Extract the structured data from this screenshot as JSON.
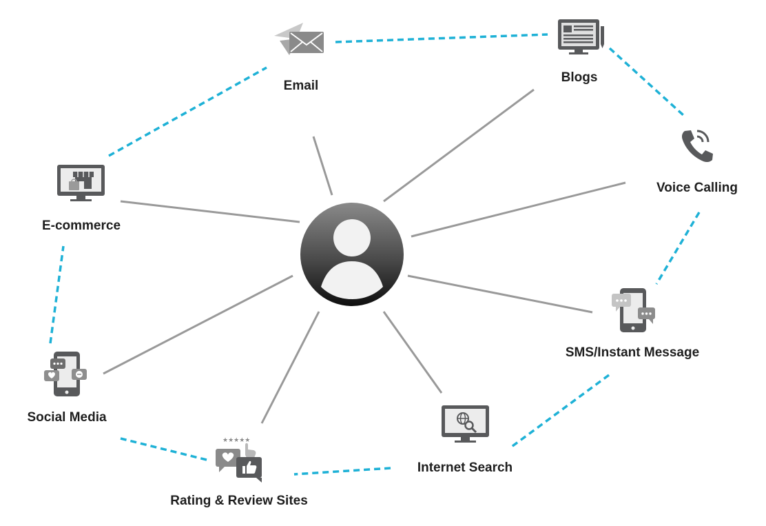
{
  "center": {
    "icon": "user-avatar-icon"
  },
  "channels": [
    {
      "id": "email",
      "label": "Email",
      "icon": "email-paper-plane-icon"
    },
    {
      "id": "blogs",
      "label": "Blogs",
      "icon": "blog-monitor-icon"
    },
    {
      "id": "voice",
      "label": "Voice Calling",
      "icon": "phone-call-icon"
    },
    {
      "id": "sms",
      "label": "SMS/Instant Message",
      "icon": "chat-phone-icon"
    },
    {
      "id": "search",
      "label": "Internet Search",
      "icon": "globe-search-monitor-icon"
    },
    {
      "id": "review",
      "label": "Rating & Review Sites",
      "icon": "rating-review-icon"
    },
    {
      "id": "social",
      "label": "Social Media",
      "icon": "social-phone-icon"
    },
    {
      "id": "ecommerce",
      "label": "E-commerce",
      "icon": "storefront-monitor-icon"
    }
  ],
  "colors": {
    "spoke": "#999999",
    "ring": "#1eb1d6",
    "icon": "#58595b",
    "icon_light": "#aaaaaa",
    "text": "#1e1e1e"
  }
}
